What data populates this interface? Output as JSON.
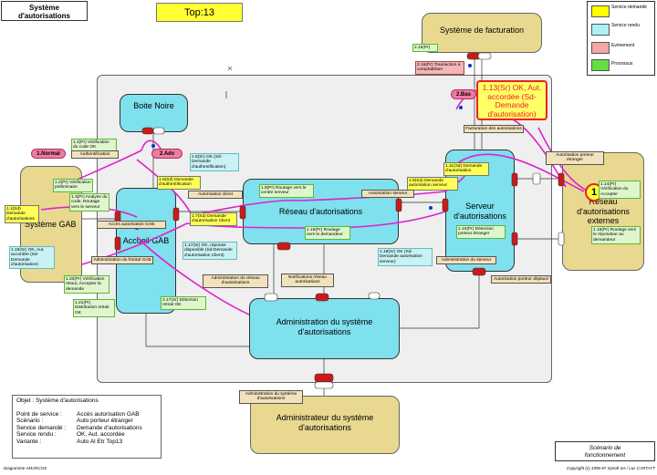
{
  "header": {
    "system_title": "Système d'autorisations",
    "scenario_label": "Top:13"
  },
  "legend": {
    "items": [
      {
        "label": "Service demandé",
        "color": "#ffff00"
      },
      {
        "label": "Service rendu",
        "color": "#aef0f6"
      },
      {
        "label": "Evénement",
        "color": "#f4a6a6"
      },
      {
        "label": "Processus",
        "color": "#66dd44"
      }
    ]
  },
  "nodes": {
    "facturation": "Système de facturation",
    "boite_noire": "Boite Noire",
    "systeme_gab": "Système GAB",
    "accueil_gab": "Accueil GAB",
    "reseau": "Réseau d'autorisations",
    "serveur": "Serveur d'autorisations",
    "reseau_externes": "Réseau d'autorisations externes",
    "admin_systeme": "Administration du système d'autorisations",
    "administrateur": "Administrateur du système d'autorisations"
  },
  "events": {
    "normal": "1.Normal",
    "adv": "2.Adv",
    "bas": "2.Bas",
    "marker_one": "1"
  },
  "alert": "1.13(Sr) OK, Aut. accordée (Sd-Demande d'autorisation)",
  "labels": {
    "l_1_1": "1.1(Sd) Demande d'autorisations",
    "l_1_2": "1.2(Pr) Vérification préliminaire",
    "l_1_3": "1.3(Pr) Analyse du code, Routage vers le serveur",
    "l_1_4": "1.4(Pr) Vérification du code OK",
    "l_authent": "Authentification",
    "l_1_5": "1.5(Sr) OK (Sd-Demande d'authentification)",
    "l_1_6": "1.6(Sd) Demande d'authentification",
    "l_1_7": "1.7(Sd) Demande d'autorisation Client",
    "l_1_8": "1.8(Pr) Routage vers le centre serveur",
    "l_1_9": "1.9(Sd) Demande autorisation serveur",
    "l_1_10": "1.10(Pr) Détection porteur étranger",
    "l_1_11": "1.11(Sd) Demande d'autorisation",
    "l_1_14": "1.14(Pr) Vérification du Accepter",
    "l_1_15": "1.15(Pr) Routage vers le demandeur",
    "l_1_16": "1.16(Pr) Routage vers le répondeur au demandeur",
    "l_1_17": "1.17(Sr) OK, réponse disponible (Sd-Demande d'autorisation Client)",
    "l_1_18": "1.18(Sr) OK (Sd-Demande autorisation serveur)",
    "l_1_19": "1.19(Sr) OK, Aut. accordée (Sd-Demande d'autorisation)",
    "l_1_20": "1.20(Pr) Vérification retour, Accepter la demande",
    "l_1_21": "1.21(Pr) Distribution retrait OK",
    "l_2_16": "2.16(Pr) Transaction à comptabiliser",
    "l_2_15": "2.15(Pr)",
    "l_3_17": "3.17(Sr) Détection retrait OK",
    "l_acces_gab": "Accès autorisation GAB",
    "l_admin_frontal": "Administration du frontal GAB",
    "l_aut_client": "Autorisation client",
    "l_aut_serveur": "Autorisation serveur",
    "l_facturation": "Facturation des autorisations",
    "l_aut_porteur_etranger": "Autorisation porteur étranger",
    "l_admin_serveur": "Administration du serveur",
    "l_aut_porteur_deplace": "Autorisation porteur déplacé",
    "l_admin_reseau": "Administration du réseau d'autorisations",
    "l_notif_reseau": "Notifications réseau autorisations",
    "l_admin_systeme_svc": "Administration du système d'autorisations"
  },
  "info_box": {
    "objet": "Objet : Système d'autorisations",
    "rows": [
      {
        "key": "Point de service :",
        "value": "Accès autorisation GAB"
      },
      {
        "key": "Scénario :",
        "value": "Auto porteur étranger"
      },
      {
        "key": "Service demandé :",
        "value": "Demande d'autorisations"
      },
      {
        "key": "Service rendu :",
        "value": "OK, Aut. accordée"
      },
      {
        "key": "Variante :",
        "value": "Auto Al Etr Top13"
      }
    ]
  },
  "scenario_box": "Scénario de fonctionnement",
  "footer": {
    "left": "Diagramme AMARCOS",
    "right": "Copyright (c) 1996-97 Synoft SA / Luc CARTAYT"
  }
}
